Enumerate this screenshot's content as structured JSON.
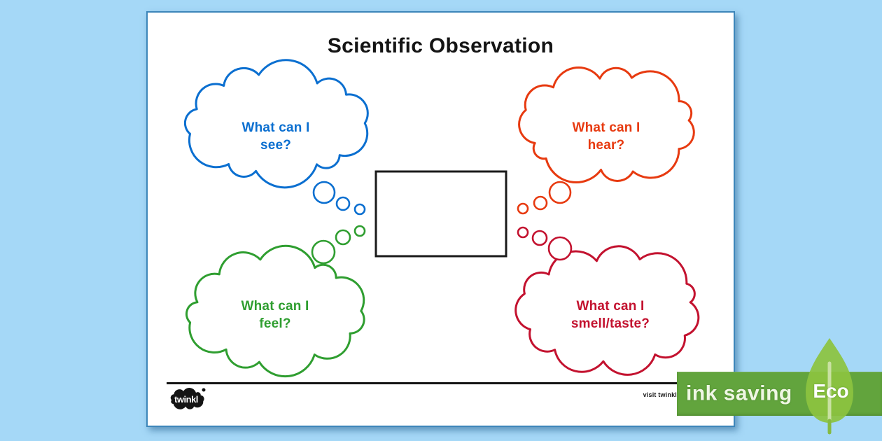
{
  "title": "Scientific Observation",
  "clouds": [
    {
      "id": "see",
      "line1": "What can I",
      "line2": "see?",
      "color": "#0b6fd0"
    },
    {
      "id": "hear",
      "line1": "What can I",
      "line2": "hear?",
      "color": "#e73a10"
    },
    {
      "id": "feel",
      "line1": "What can I",
      "line2": "feel?",
      "color": "#2f9e30"
    },
    {
      "id": "smell-taste",
      "line1": "What can I",
      "line2": "smell/taste?",
      "color": "#c3122f"
    }
  ],
  "footer": {
    "logo_text": "twinkl",
    "visit_label": "visit twinkl"
  },
  "badge": {
    "ink_label": "ink saving",
    "eco_label": "Eco",
    "bar_color": "#62a43d",
    "leaf_color": "#8cc340",
    "stem_color": "#cde3a8"
  },
  "colors": {
    "canvas": "#a5d8f7",
    "page": "#ffffff",
    "box_border": "#1a1a1a",
    "title_text": "#141414"
  }
}
